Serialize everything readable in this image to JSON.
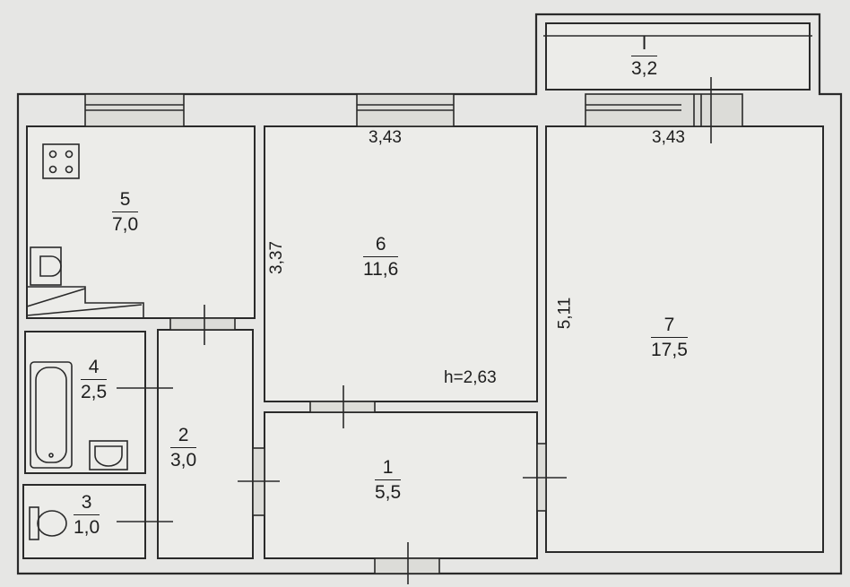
{
  "rooms": {
    "r5": {
      "number": "5",
      "area": "7,0"
    },
    "r6": {
      "number": "6",
      "area": "11,6"
    },
    "r7": {
      "number": "7",
      "area": "17,5"
    },
    "r4": {
      "number": "4",
      "area": "2,5"
    },
    "r2": {
      "number": "2",
      "area": "3,0"
    },
    "r1": {
      "number": "1",
      "area": "5,5"
    },
    "r3": {
      "number": "3",
      "area": "1,0"
    },
    "balcony": {
      "number": "I",
      "area": "3,2"
    }
  },
  "dimensions": {
    "room6_width": "3,43",
    "room7_width": "3,43",
    "room6_depth": "3,37",
    "room7_depth": "5,11",
    "ceiling_height": "h=2,63"
  },
  "colors": {
    "paper": "#e6e6e4",
    "ink": "#2a2a2a"
  }
}
